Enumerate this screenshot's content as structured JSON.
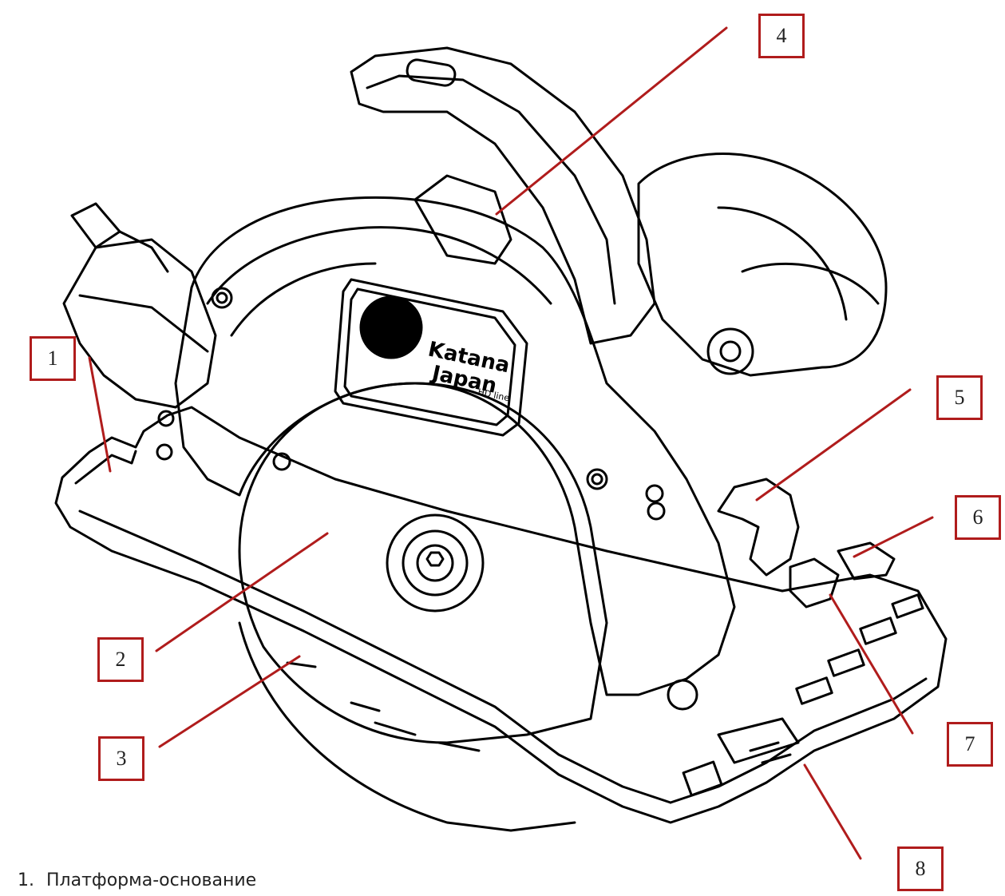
{
  "diagram": {
    "logo": {
      "line1": "Katana",
      "line2": "Japan",
      "line3": "HD line"
    },
    "callouts": [
      {
        "id": "1",
        "label": "1"
      },
      {
        "id": "2",
        "label": "2"
      },
      {
        "id": "3",
        "label": "3"
      },
      {
        "id": "4",
        "label": "4"
      },
      {
        "id": "5",
        "label": "5"
      },
      {
        "id": "6",
        "label": "6"
      },
      {
        "id": "7",
        "label": "7"
      },
      {
        "id": "8",
        "label": "8"
      }
    ],
    "legend": [
      {
        "number": "1.",
        "text": "Платформа-основание"
      }
    ],
    "colors": {
      "callout": "#b01c1c",
      "line_art": "#000000"
    }
  }
}
